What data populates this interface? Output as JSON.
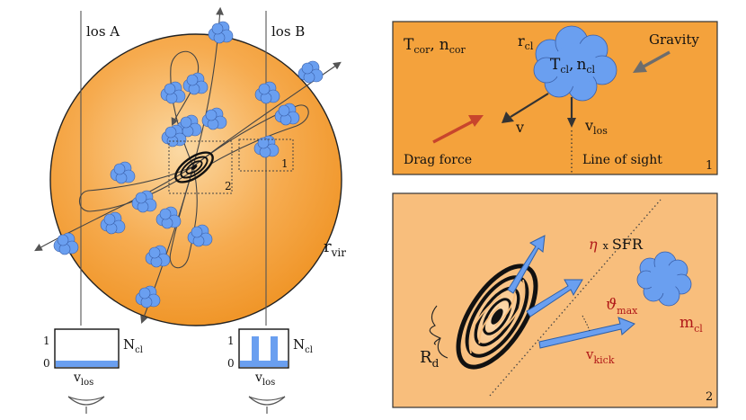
{
  "halo": {
    "los_a_label": "los A",
    "los_b_label": "los B",
    "r_vir": {
      "main": "r",
      "sub": "vir"
    },
    "box1_number": "1",
    "box2_number": "2"
  },
  "histograms": {
    "a": {
      "y_top": "1",
      "y_bottom": "0",
      "n_cl": {
        "main": "N",
        "sub": "cl"
      },
      "v_los": {
        "main": "v",
        "sub": "los"
      }
    },
    "b": {
      "y_top": "1",
      "y_bottom": "0",
      "n_cl": {
        "main": "N",
        "sub": "cl"
      },
      "v_los": {
        "main": "v",
        "sub": "los"
      }
    }
  },
  "panel1": {
    "t_cor": {
      "main": "T",
      "sub": "cor"
    },
    "n_cor": {
      "main": "n",
      "sub": "cor"
    },
    "comma": ",",
    "r_cl": {
      "main": "r",
      "sub": "cl"
    },
    "t_cl": {
      "main": "T",
      "sub": "cl"
    },
    "n_cl": {
      "main": "n",
      "sub": "cl"
    },
    "gravity": "Gravity",
    "v": "v",
    "v_los": {
      "main": "v",
      "sub": "los"
    },
    "drag_force": "Drag force",
    "line_of_sight": "Line of sight",
    "number": "1"
  },
  "panel2": {
    "eta": "η",
    "x": "x",
    "sfr": "SFR",
    "theta_max": {
      "main": "ϑ",
      "sub": "max"
    },
    "m_cl": {
      "main": "m",
      "sub": "cl"
    },
    "v_kick": {
      "main": "v",
      "sub": "kick"
    },
    "r_d": {
      "main": "R",
      "sub": "d"
    },
    "number": "2"
  },
  "colors": {
    "halo_fill": "#f4a23c",
    "panel1_fill": "#f4a23c",
    "panel2_fill": "#f8be7c",
    "cloud": "#6a9ff0",
    "hist_bar": "#6a9ff0",
    "drag_arrow": "#c8452c",
    "gravity_arrow": "#6d6d6d",
    "label_red": "#b01818"
  }
}
